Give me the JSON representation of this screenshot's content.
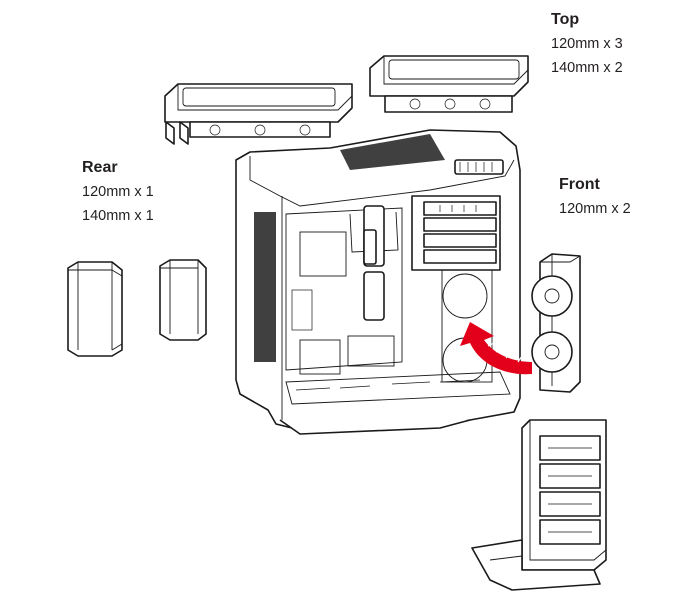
{
  "labels": {
    "top": {
      "heading": "Top",
      "lines": [
        "120mm x 3",
        "140mm x 2"
      ]
    },
    "rear": {
      "heading": "Rear",
      "lines": [
        "120mm x 1",
        "140mm x 1"
      ]
    },
    "front": {
      "heading": "Front",
      "lines": [
        "120mm x 2"
      ]
    }
  },
  "colors": {
    "line": "#1a1a1a",
    "arrow": "#e3001b",
    "text": "#231f20"
  }
}
